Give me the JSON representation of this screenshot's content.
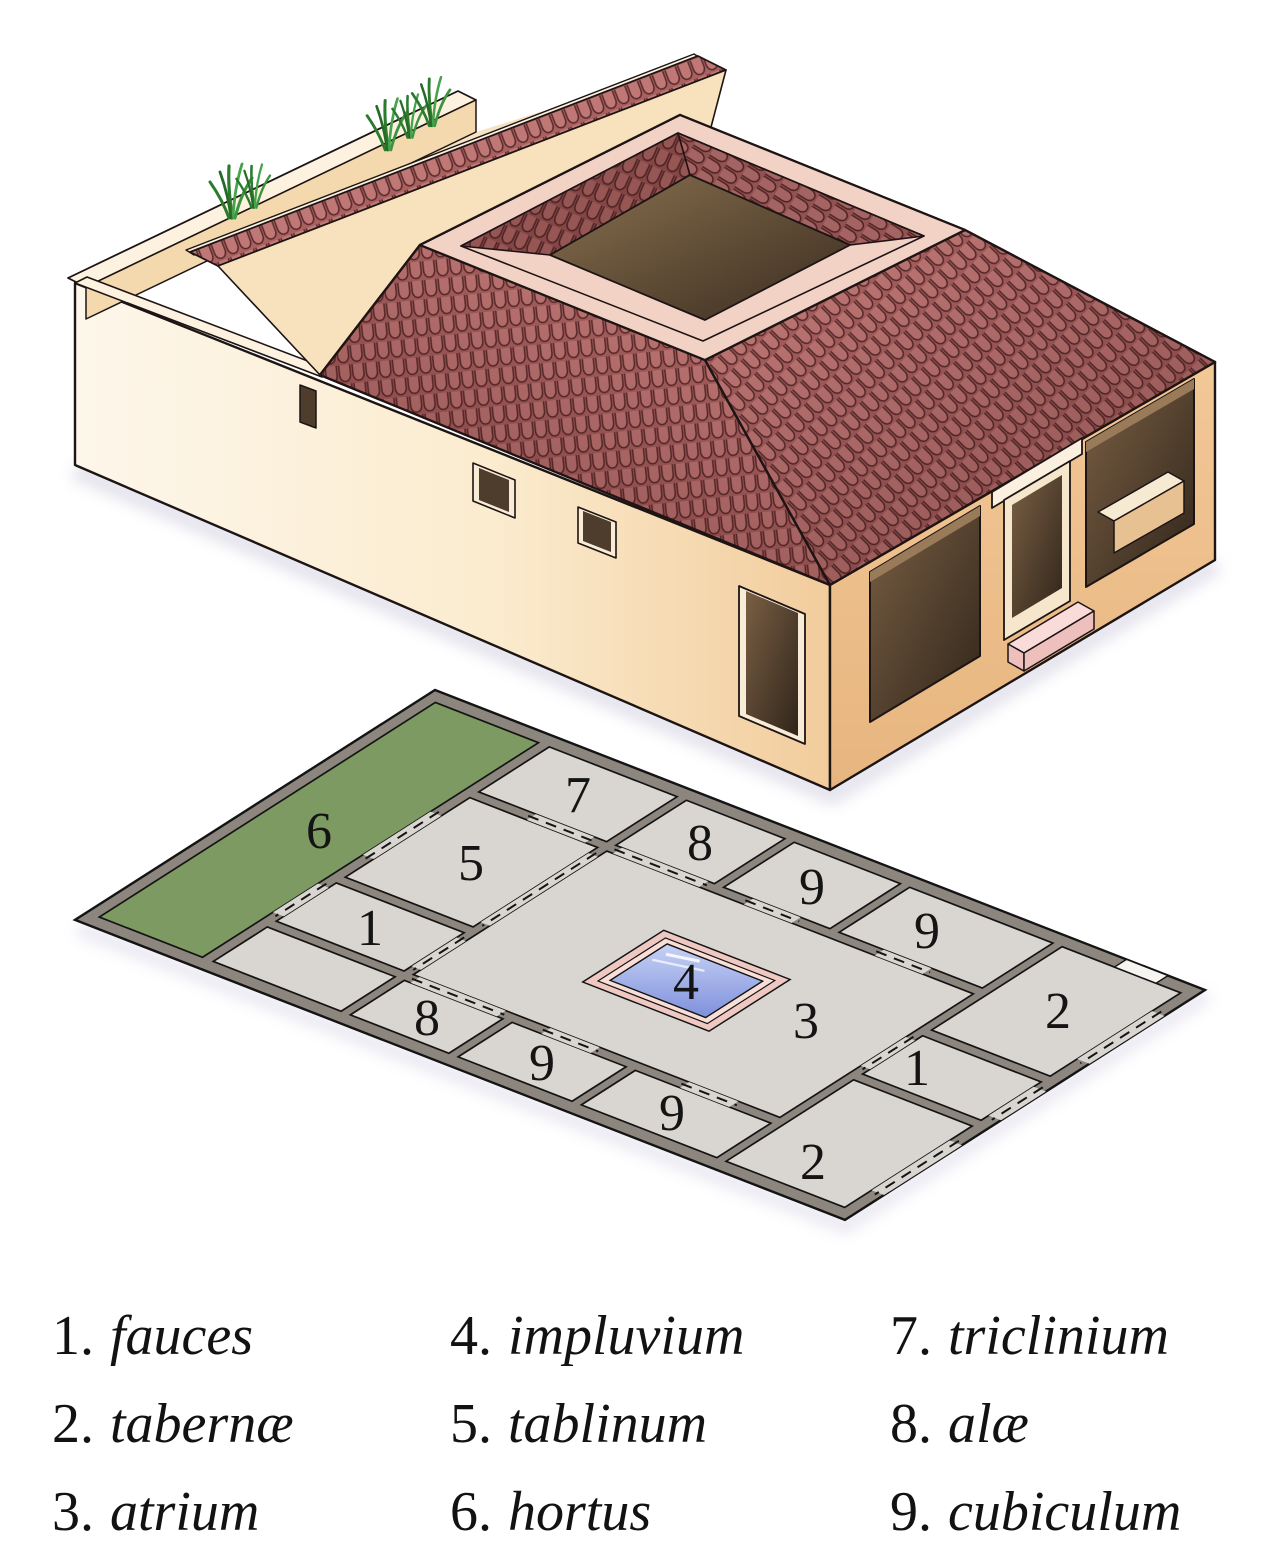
{
  "plan": {
    "labels": [
      {
        "room": "hortus",
        "text": "6"
      },
      {
        "room": "triclinium",
        "text": "7"
      },
      {
        "room": "ala-north",
        "text": "8"
      },
      {
        "room": "cubiculum-n1",
        "text": "9"
      },
      {
        "room": "cubiculum-n2",
        "text": "9"
      },
      {
        "room": "tablinum",
        "text": "5"
      },
      {
        "room": "fauces-rear",
        "text": "1"
      },
      {
        "room": "impluvium",
        "text": "4"
      },
      {
        "room": "atrium",
        "text": "3"
      },
      {
        "room": "taberna-east",
        "text": "2"
      },
      {
        "room": "fauces-front",
        "text": "1"
      },
      {
        "room": "taberna-south",
        "text": "2"
      },
      {
        "room": "ala-south",
        "text": "8"
      },
      {
        "room": "cubiculum-s1",
        "text": "9"
      },
      {
        "room": "cubiculum-s2",
        "text": "9"
      }
    ]
  },
  "legend": {
    "items": [
      {
        "num": "1.",
        "name": "fauces"
      },
      {
        "num": "2.",
        "name": "tabernæ"
      },
      {
        "num": "3.",
        "name": "atrium"
      },
      {
        "num": "4.",
        "name": "impluvium"
      },
      {
        "num": "5.",
        "name": "tablinum"
      },
      {
        "num": "6.",
        "name": "hortus"
      },
      {
        "num": "7.",
        "name": "triclinium"
      },
      {
        "num": "8.",
        "name": "alæ"
      },
      {
        "num": "9.",
        "name": "cubiculum"
      }
    ]
  },
  "colors": {
    "wall_tan": "#eec08f",
    "wall_light": "#fdf4e6",
    "roof_red": "#a96060",
    "roof_tile_outline": "#582b2b",
    "garden_green": "#7d9a63",
    "plan_floor": "#d9d5d0",
    "plan_wall": "#8d867e",
    "pool_light": "#c7d2f5",
    "pool_dark": "#7e90dc",
    "rim_pink": "#efc8c2",
    "text": "#161616"
  }
}
